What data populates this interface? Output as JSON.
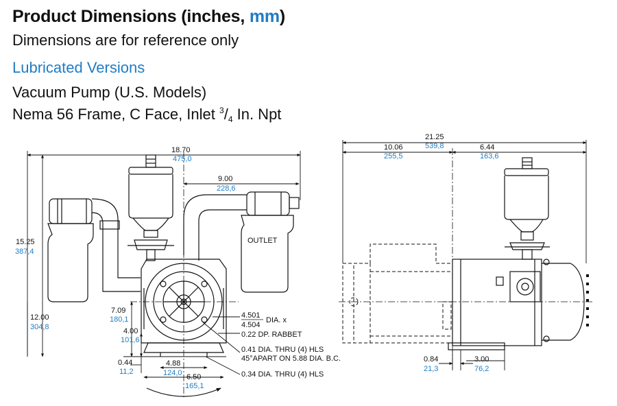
{
  "header": {
    "title_main": "Product Dimensions (inches, ",
    "title_mm": "mm",
    "title_close": ")",
    "subtitle": "Dimensions are for reference only",
    "section": "Lubricated Versions",
    "model": "Vacuum Pump (U.S. Models)",
    "frame_prefix": "Nema 56 Frame, C Face, Inlet ",
    "frame_num": "3",
    "frame_den": "4",
    "frame_suffix": " In. Npt"
  },
  "front_view": {
    "overall_width": {
      "in": "18.70",
      "mm": "475,0"
    },
    "outlet_offset": {
      "in": "9.00",
      "mm": "228,6"
    },
    "overall_height": {
      "in": "15.25",
      "mm": "387,4"
    },
    "shaft_height": {
      "in": "12.00",
      "mm": "304,8"
    },
    "center_height": {
      "in": "7.09",
      "mm": "180,1"
    },
    "foot_height": {
      "in": "4.00",
      "mm": "101,6"
    },
    "base_thickness": {
      "in": "0.44",
      "mm": "11,2"
    },
    "foot_spacing": {
      "in": "4.88",
      "mm": "124,0"
    },
    "base_width": {
      "in": "6.50",
      "mm": "165,1"
    },
    "outlet_label": "OUTLET",
    "rabbet_dia_top": "4.501",
    "rabbet_dia_bottom": "4.504",
    "rabbet_suffix": "DIA. x",
    "rabbet_depth": "0.22 DP. RABBET",
    "holes_face_1": "0.41 DIA. THRU (4) HLS",
    "holes_face_2": "45°APART ON 5.88 DIA. B.C.",
    "holes_base": "0.34 DIA. THRU (4) HLS"
  },
  "side_view": {
    "overall_length": {
      "in": "21.25",
      "mm": "539,8"
    },
    "motor_to_center": {
      "in": "10.06",
      "mm": "255,5"
    },
    "center_to_end": {
      "in": "6.44",
      "mm": "163,6"
    },
    "foot_offset": {
      "in": "0.84",
      "mm": "21,3"
    },
    "foot_length": {
      "in": "3.00",
      "mm": "76,2"
    }
  }
}
